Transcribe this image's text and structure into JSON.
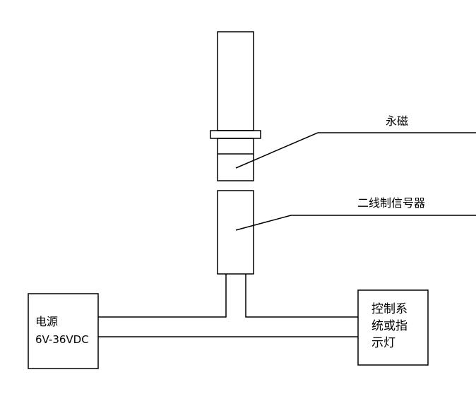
{
  "labels": {
    "magnet": "永磁",
    "sensor": "二线制信号器"
  },
  "power_box": {
    "line1": "电源",
    "line2": "6V-36VDC"
  },
  "control_box": {
    "line1": "控制系",
    "line2": "统或指",
    "line3": "示灯"
  },
  "colors": {
    "stroke": "#000000",
    "background": "#ffffff"
  }
}
